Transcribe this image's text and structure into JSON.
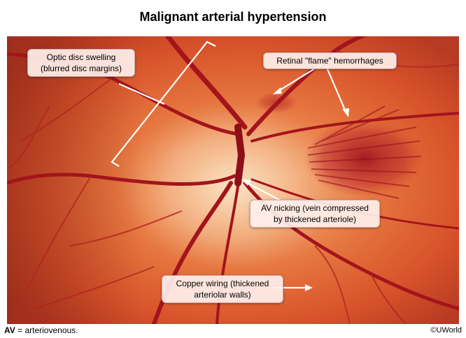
{
  "title": "Malignant arterial hypertension",
  "annotations": {
    "optic_disc": "Optic disc swelling\n(blurred disc margins)",
    "flame": "Retinal \"flame\" hemorrhages",
    "av_nicking": "AV nicking (vein compressed\nby thickened arteriole)",
    "copper": "Copper wiring (thickened\narteriolar walls)"
  },
  "footer": {
    "abbrev_term": "AV",
    "abbrev_def": " = arteriovenous.",
    "copyright": "©UWorld"
  },
  "colors": {
    "fundus_base": "#e0662f",
    "vessel": "#a3141c",
    "hemorrhage": "#9e0f1d",
    "callout_bg": "#fff0eb"
  }
}
